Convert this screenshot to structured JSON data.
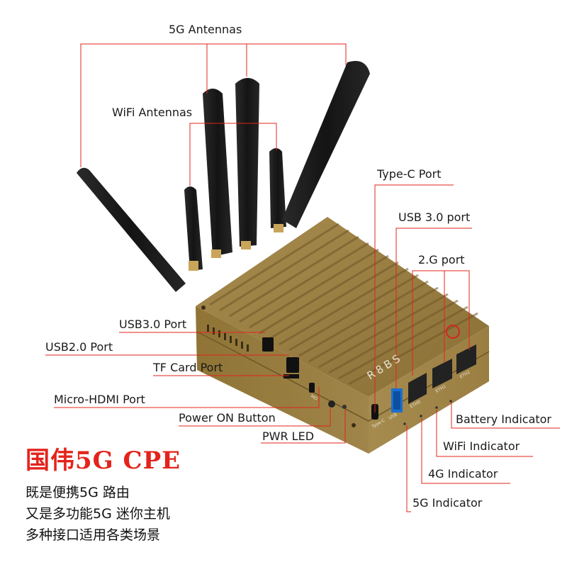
{
  "labels": {
    "antennas_5g": "5G Antennas",
    "antennas_wifi": "WiFi Antennas",
    "type_c_port": "Type-C Port",
    "usb30_port_right": "USB 3.0 port",
    "port_2g": "2.G  port",
    "usb30_port_left": "USB3.0 Port",
    "usb20_port": "USB2.0 Port",
    "tf_card_port": "TF Card Port",
    "micro_hdmi_port": "Micro-HDMI Port",
    "power_on_button": "Power ON Button",
    "pwr_led": "PWR LED",
    "battery_indicator": "Battery Indicator",
    "wifi_indicator": "WiFi Indicator",
    "indicator_4g": "4G Indicator",
    "indicator_5g": "5G Indicator"
  },
  "device_marks": {
    "logo_text": "R8BS",
    "eth0": "ETH0",
    "eth1": "ETH1",
    "eth2": "ETH2",
    "type_c": "Type-C",
    "usb": "USB",
    "md": "MD"
  },
  "promo": {
    "title": "国伟5G CPE",
    "line1": "既是便携5G 路由",
    "line2": "又是多功能5G 迷你主机",
    "line3": "多种接口适用各类场景"
  },
  "colors": {
    "callout_line": "#e3241b",
    "brand": "#e3241b",
    "case": "#9b7f43",
    "antenna": "#1c1c1c"
  }
}
